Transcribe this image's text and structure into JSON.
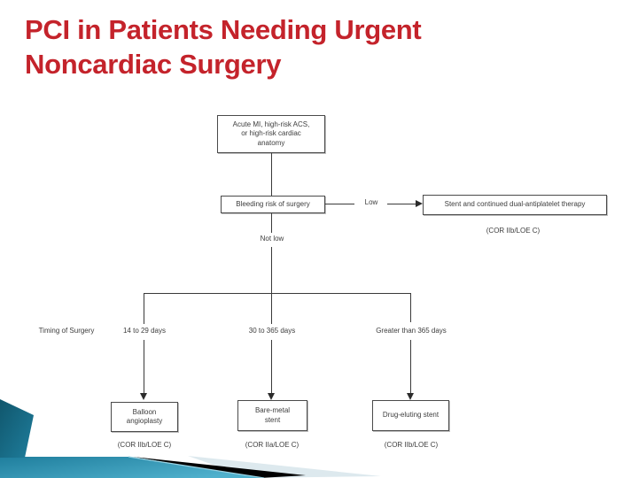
{
  "title": {
    "line1": "PCI in Patients Needing Urgent",
    "line2": "Noncardiac Surgery"
  },
  "colors": {
    "title_red": "#c4232b",
    "line_black": "#3a3a3a",
    "teal_dark": "#10566c",
    "teal_mid": "#1f7e9d",
    "teal_light": "#4fb0cc",
    "teal_edge": "#9ad2e2",
    "black_wedge": "#000000",
    "pale_wedge": "#dde9ee"
  },
  "flowchart": {
    "acute_box": "Acute MI, high-risk ACS, or high-risk cardiac anatomy",
    "bleeding_box": "Bleeding risk of surgery",
    "low_label": "Low",
    "stent_box": "Stent and continued dual-antiplatelet therapy",
    "stent_cor": "(COR IIb/LOE C)",
    "not_low_label": "Not low",
    "timing_label": "Timing of Surgery",
    "branch_14_29": "14 to 29 days",
    "branch_30_365": "30 to 365 days",
    "branch_gt_365": "Greater than 365 days",
    "balloon_box": "Balloon angioplasty",
    "balloon_cor": "(COR IIb/LOE C)",
    "bare_metal_box": "Bare-metal stent",
    "bare_metal_cor": "(COR IIa/LOE C)",
    "drug_eluting_box": "Drug-eluting stent",
    "drug_eluting_cor": "(COR IIb/LOE C)"
  }
}
